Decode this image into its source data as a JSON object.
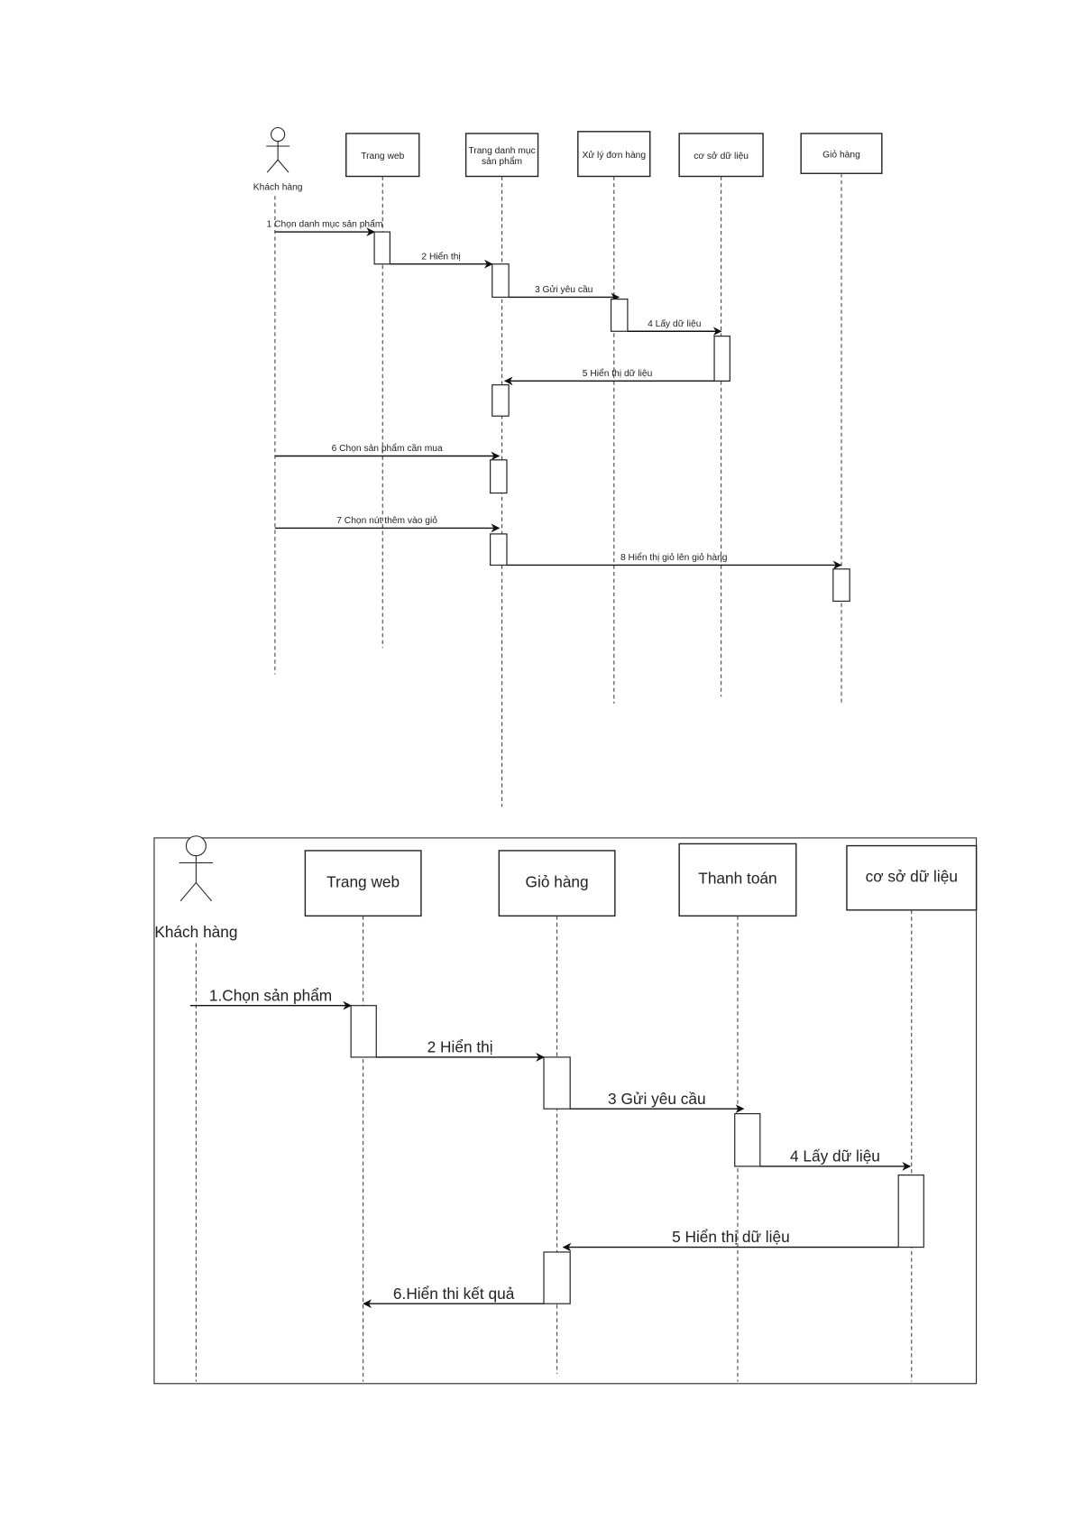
{
  "diagram1": {
    "actor": "Khách hàng",
    "participants": [
      "Trang web",
      "Trang danh mục|sản phẩm",
      "Xử lý đơn hàng",
      "cơ sở dữ liệu",
      "Giỏ hàng"
    ],
    "messages": [
      {
        "label": "1 Chọn danh mục sản phẩm",
        "from": 0,
        "to": 1
      },
      {
        "label": "2 Hiển thị",
        "from": 1,
        "to": 2
      },
      {
        "label": "3 Gửi yêu cầu",
        "from": 2,
        "to": 3
      },
      {
        "label": "4 Lấy dữ liệu",
        "from": 3,
        "to": 4
      },
      {
        "label": "5 Hiển thị dữ liệu",
        "from": 4,
        "to": 2
      },
      {
        "label": "6 Chọn sản phẩm cần mua",
        "from": 0,
        "to": 2
      },
      {
        "label": "7 Chọn nút thêm vào giỏ",
        "from": 0,
        "to": 2
      },
      {
        "label": "8 Hiển thị giỏ lên giỏ hàng",
        "from": 2,
        "to": 5
      }
    ]
  },
  "diagram2": {
    "actor": "Khách hàng",
    "participants": [
      "Trang web",
      "Giỏ hàng",
      "Thanh toán",
      "cơ sở dữ liệu"
    ],
    "messages": [
      {
        "label": "1.Chọn sản phẩm",
        "from": 0,
        "to": 1
      },
      {
        "label": "2 Hiển thị",
        "from": 1,
        "to": 2
      },
      {
        "label": "3 Gửi yêu cầu",
        "from": 2,
        "to": 3
      },
      {
        "label": "4 Lấy dữ liệu",
        "from": 3,
        "to": 4
      },
      {
        "label": "5 Hiển thị dữ liệu",
        "from": 4,
        "to": 2
      },
      {
        "label": "6.Hiển thi kết quả",
        "from": 2,
        "to": 1
      }
    ]
  }
}
